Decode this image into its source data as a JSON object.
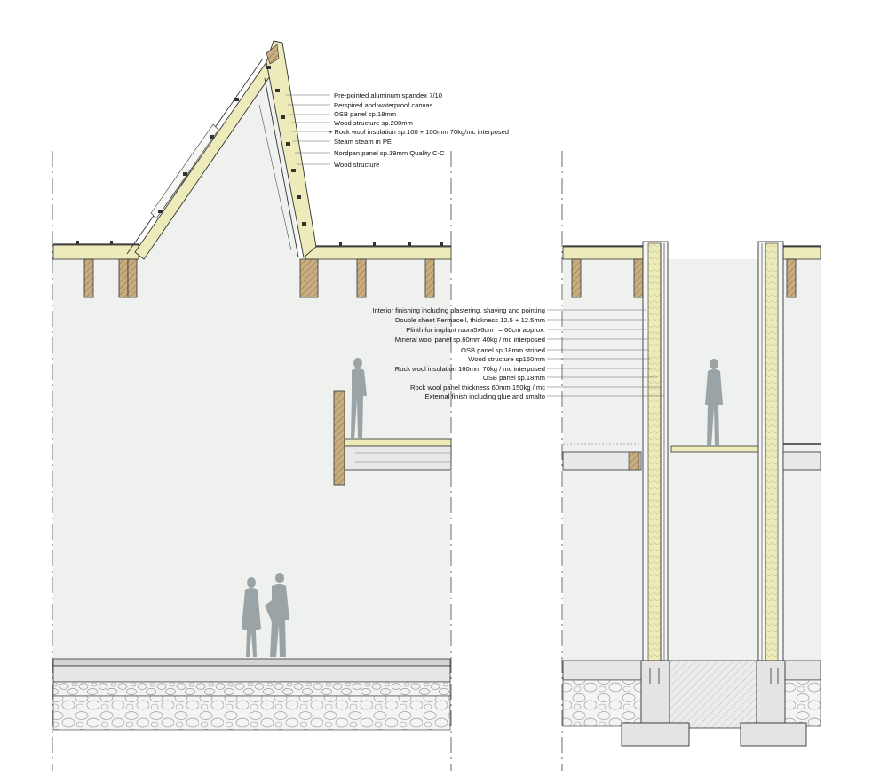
{
  "roof_labels": [
    "Pre-pointed aluminum spandex 7/10",
    "Perspired and waterproof canvas",
    "OSB panel sp.18mm",
    "Wood structure sp.200mm",
    "+ Rock wool insulation sp.100 + 100mm 70kg/mc interposed",
    "Steam steam in PE",
    "Nordpan panel sp.19mm Quality C-C",
    "Wood structure"
  ],
  "wall_labels": [
    "Interior finishing including plastering, shaving and pointing",
    "Double sheet Fermacell, thickness 12.5 + 12.5mm",
    "Plinth for implant room5x6cm i = 60cm approx.",
    "Mineral wool panel sp.60mm 40kg / mc interposed",
    "OSB panel sp.18mm striped",
    "Wood structure sp160mm",
    "Rock wool insulation 160mm 70kg / mc interposed",
    "OSB panel sp.18mm",
    "Rock wool panel thickness 60mm 150kg / mc",
    "External finish including glue and smalto"
  ],
  "colors": {
    "interior": "#eef1ee",
    "insulation": "#ecebb9",
    "timber": "#c8ad80",
    "figure": "#9aa3a5",
    "concrete": "#dedede",
    "line": "#222222"
  }
}
